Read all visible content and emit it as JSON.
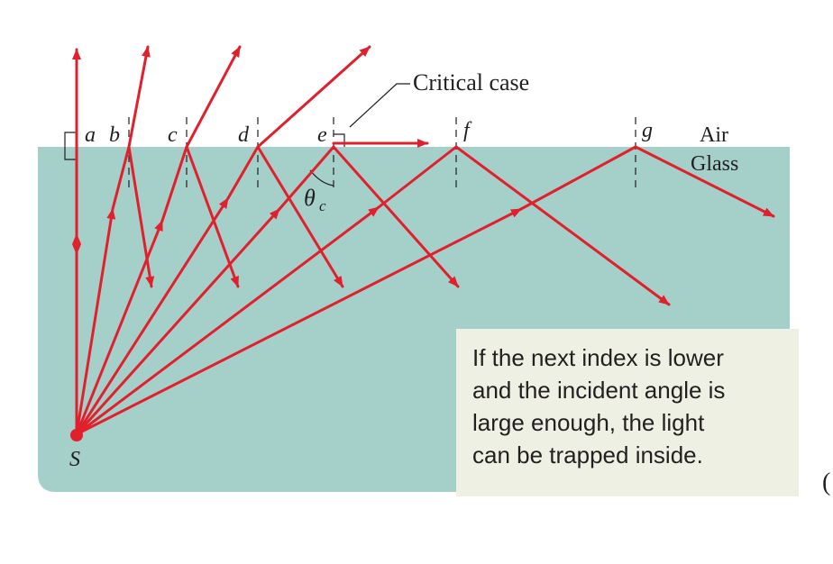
{
  "figure": {
    "colors": {
      "glass": "#a5cfc9",
      "ray": "#e0202c",
      "text": "#231f20",
      "caption_bg": "#eef0e3"
    },
    "media": {
      "upper": "Air",
      "lower": "Glass"
    },
    "source_label": "S",
    "ray_labels": [
      "a",
      "b",
      "c",
      "d",
      "e",
      "f",
      "g"
    ],
    "callout": "Critical case",
    "angle_symbol": "θ",
    "angle_subscript": "c",
    "caption": {
      "line1": "If the next index is lower",
      "line2": "and the incident angle is",
      "line3": "large enough, the light",
      "line4": "can be trapped inside."
    },
    "panel_tag": "("
  }
}
